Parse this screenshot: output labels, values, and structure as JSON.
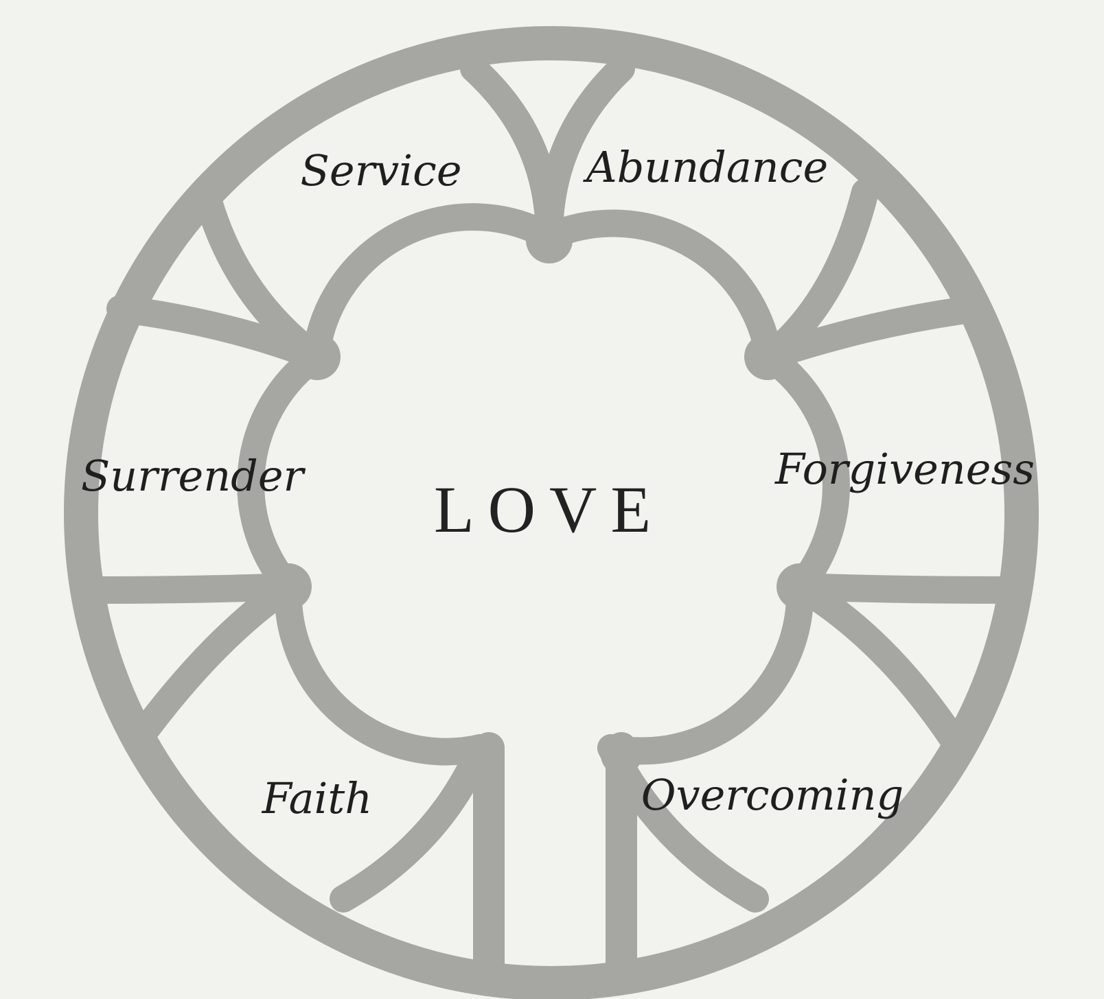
{
  "diagram": {
    "center": "LOVE",
    "petals": [
      {
        "id": "service",
        "label": "Service"
      },
      {
        "id": "abundance",
        "label": "Abundance"
      },
      {
        "id": "forgiveness",
        "label": "Forgiveness"
      },
      {
        "id": "overcoming",
        "label": "Overcoming"
      },
      {
        "id": "faith",
        "label": "Faith"
      },
      {
        "id": "surrender",
        "label": "Surrender"
      }
    ],
    "colors": {
      "background": "#f2f3ee",
      "tracery": "#a6a6a2",
      "text": "#1f1f1f"
    }
  }
}
